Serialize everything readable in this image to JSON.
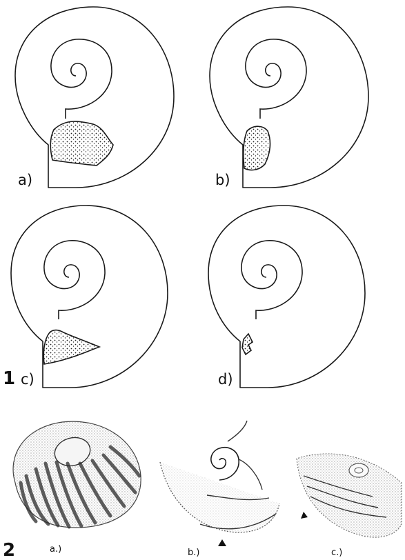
{
  "panel_1": {
    "number": "1",
    "labels": [
      "a)",
      "b)",
      "c)",
      "d)"
    ]
  },
  "panel_2": {
    "number": "2",
    "labels": [
      "a.)",
      "b.)",
      "c.)"
    ]
  }
}
